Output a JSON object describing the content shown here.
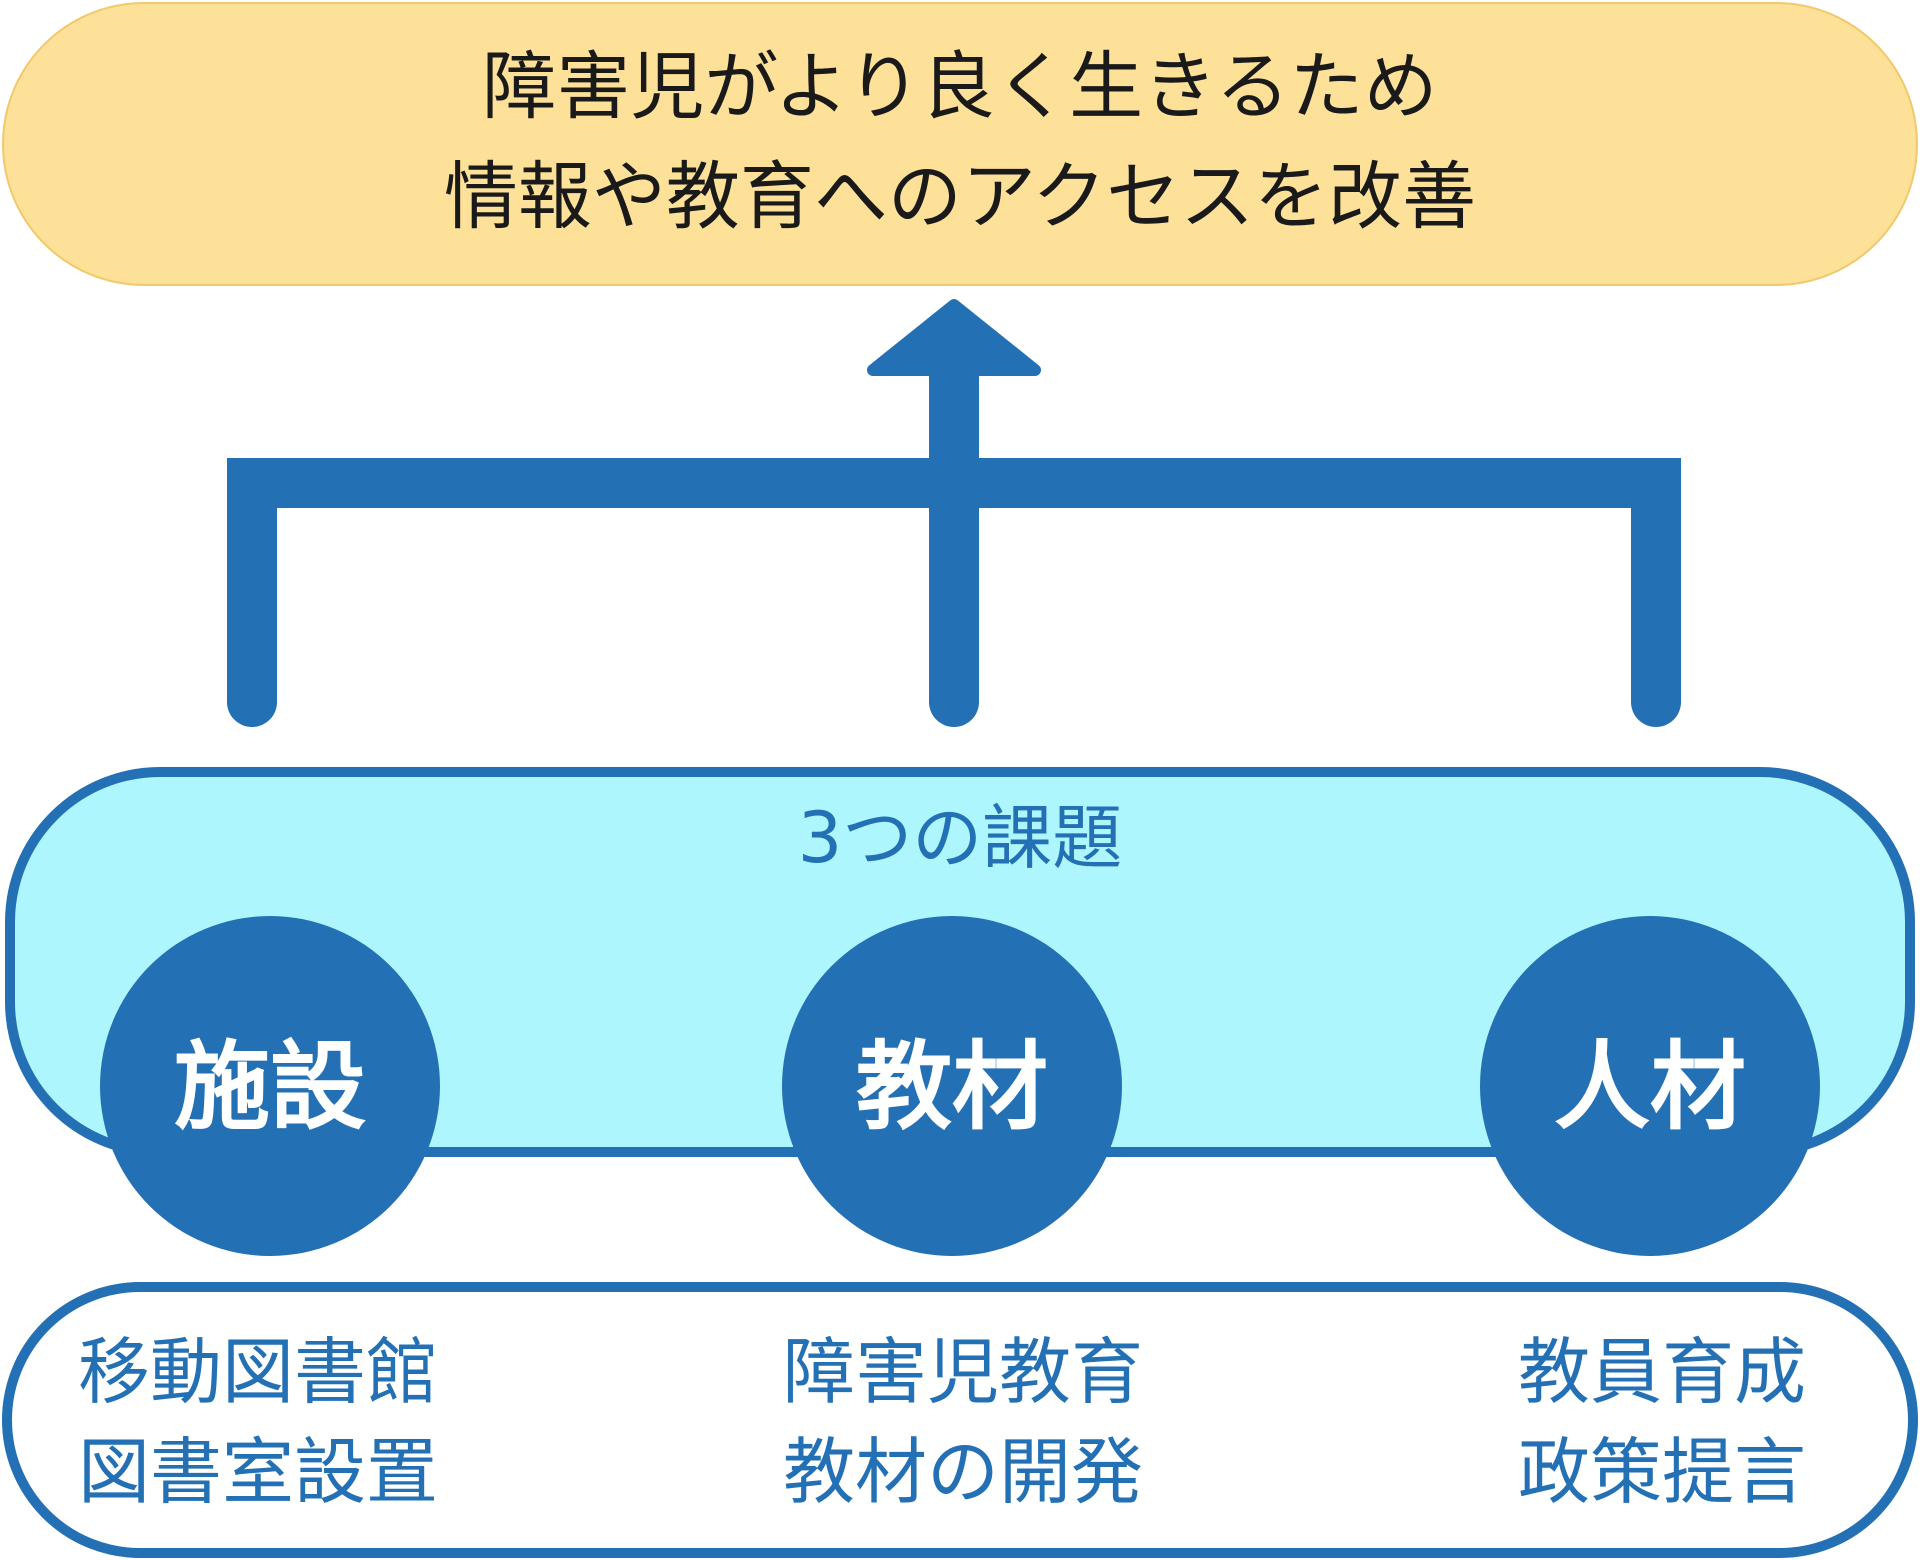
{
  "goal": {
    "line1": "障害児がより良く生きるため",
    "line2": "情報や教育へのアクセスを改善"
  },
  "challenges": {
    "title": "3つの課題",
    "items": [
      {
        "label": "施設",
        "details": [
          "移動図書館",
          "図書室設置"
        ]
      },
      {
        "label": "教材",
        "details": [
          "障害児教育",
          "教材の開発"
        ]
      },
      {
        "label": "人材",
        "details": [
          "教員育成",
          "政策提言"
        ]
      }
    ]
  },
  "colors": {
    "goal_fill": "#fde199",
    "goal_stroke": "#f2c96a",
    "primary_blue": "#2370b5",
    "challenge_fill": "#adf6fd",
    "circle_text": "#ffffff"
  }
}
